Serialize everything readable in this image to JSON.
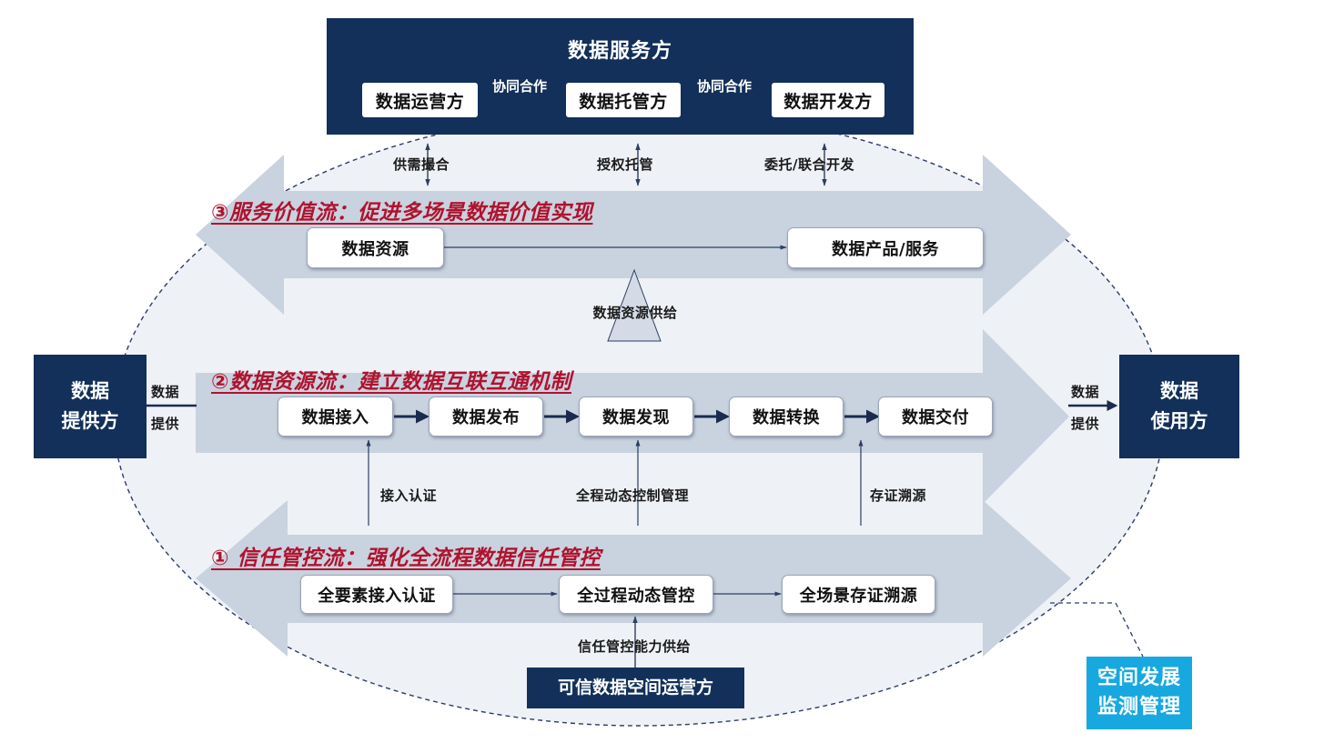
{
  "service_party": {
    "title": "数据服务方",
    "roles": [
      "数据运营方",
      "数据托管方",
      "数据开发方"
    ],
    "link_label": "协同合作"
  },
  "service_links": [
    "供需撮合",
    "授权托管",
    "委托/联合开发"
  ],
  "flow3": {
    "title": "③服务价值流：促进多场景数据价值实现",
    "boxes": [
      "数据资源",
      "数据产品/服务"
    ],
    "supply_label": "数据资源供给"
  },
  "flow2": {
    "title": "②数据资源流：建立数据互联互通机制",
    "steps": [
      "数据接入",
      "数据发布",
      "数据发现",
      "数据转换",
      "数据交付"
    ],
    "controls": [
      "接入认证",
      "全程动态控制管理",
      "存证溯源"
    ]
  },
  "flow1": {
    "title": "① 信任管控流：强化全流程数据信任管控",
    "boxes": [
      "全要素接入认证",
      "全过程动态管控",
      "全场景存证溯源"
    ],
    "supply_label": "信任管控能力供给"
  },
  "provider": {
    "line1": "数据",
    "line2": "提供方",
    "action_line1": "数据",
    "action_line2": "提供"
  },
  "consumer": {
    "line1": "数据",
    "line2": "使用方",
    "action_line1": "数据",
    "action_line2": "提供"
  },
  "operator": {
    "label": "可信数据空间运营方"
  },
  "monitor": {
    "line1": "空间发展",
    "line2": "监测管理"
  },
  "colors": {
    "navy": "#123059",
    "band": "#c9d2df",
    "ellipse_fill": "#eef1f6",
    "flow_title": "#b0122e",
    "monitor": "#18a8e0"
  }
}
